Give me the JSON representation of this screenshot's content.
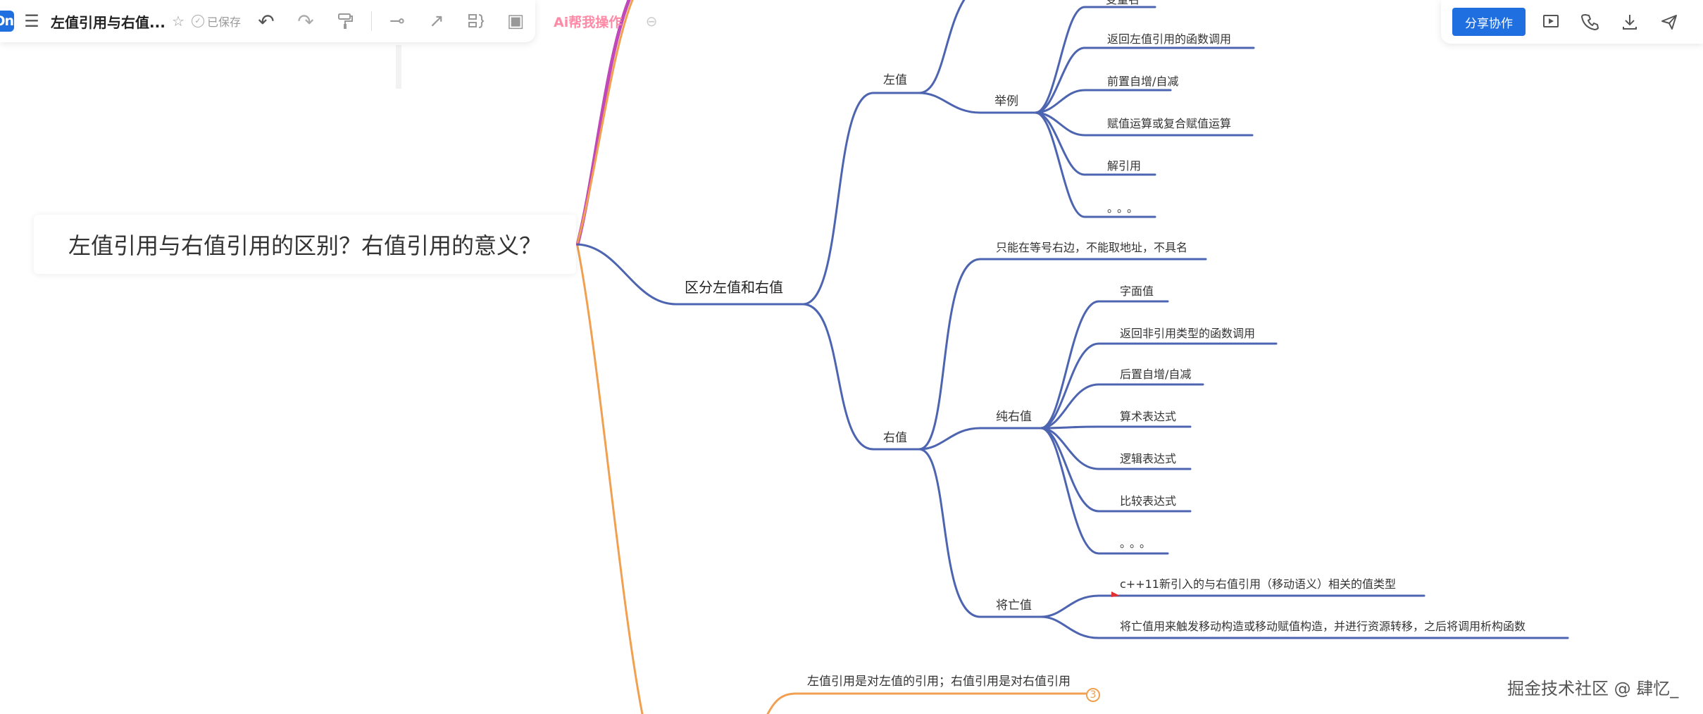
{
  "app": {
    "logo_text": "On",
    "doc_title": "左值引用与右值...",
    "saved_status": "已保存",
    "ai_label": "Ai帮我操作"
  },
  "toolbar_right": {
    "share_label": "分享协作"
  },
  "icons": {
    "menu": "☰",
    "star": "☆",
    "saved_check": "✓",
    "undo": "↶",
    "redo": "↷",
    "format_painter": "format-painter",
    "insert_node": "⊸",
    "arrow_link": "↗",
    "summary": "summary-bracket",
    "outline_box": "▣",
    "ai_expand": "⊖",
    "present": "▶",
    "call": "phone",
    "download": "⤓",
    "send": "send-plane"
  },
  "colors": {
    "blue_branch": "#4d64b0",
    "orange_branch": "#f0a050",
    "magenta_branch": "#c048b8",
    "accent": "#1f6fe0"
  },
  "mindmap": {
    "root": "左值引用与右值引用的区别？右值引用的意义？",
    "branch_main": "区分左值和右值",
    "lvalue": "左值",
    "lvalue_top_partial": "变量名",
    "lvalue_examples_label": "举例",
    "lvalue_examples": [
      "返回左值引用的函数调用",
      "前置自增/自减",
      "赋值运算或复合赋值运算",
      "解引用",
      "。。。"
    ],
    "rvalue": "右值",
    "rvalue_desc": "只能在等号右边，不能取地址，不具名",
    "prvalue_label": "纯右值",
    "prvalue_items": [
      "字面值",
      "返回非引用类型的函数调用",
      "后置自增/自减",
      "算术表达式",
      "逻辑表达式",
      "比较表达式",
      "。。。"
    ],
    "xvalue_label": "将亡值",
    "xvalue_items": [
      "c++11新引入的与右值引用（移动语义）相关的值类型",
      "将亡值用来触发移动构造或移动赋值构造，并进行资源转移，之后将调用析构函数"
    ],
    "bottom_branch": "左值引用是对左值的引用；右值引用是对右值引用",
    "bottom_badge": "3"
  },
  "watermark": "掘金技术社区 @ 肆忆_"
}
